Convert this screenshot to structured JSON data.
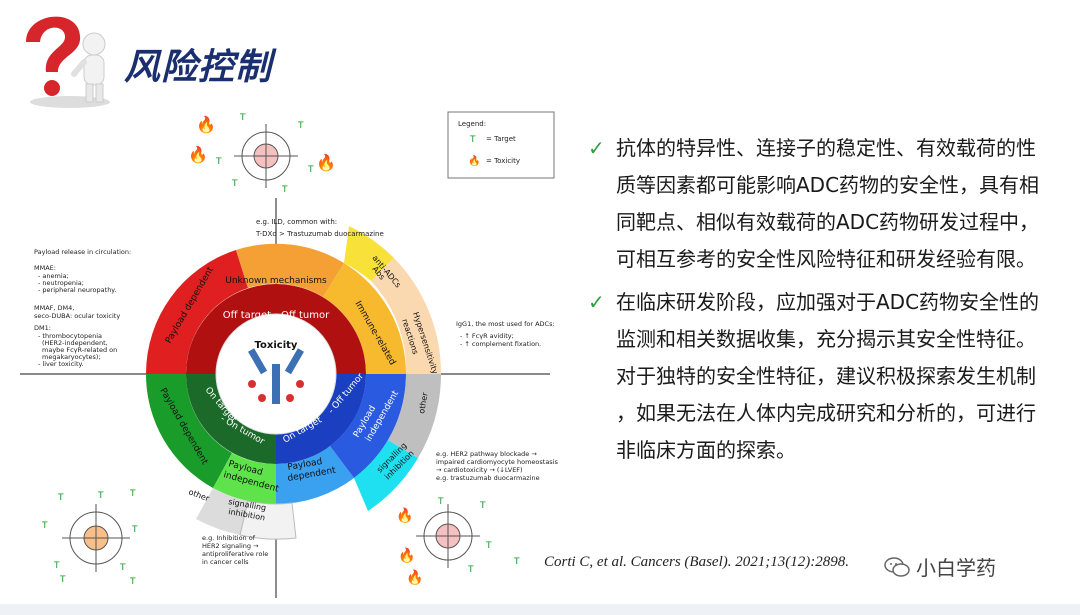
{
  "header": {
    "title": "风险控制",
    "icon": "question-mark-person-icon"
  },
  "diagram": {
    "legend_title": "Legend:",
    "legend_target": "= Target",
    "legend_toxicity": "= Toxicity",
    "center_label": "Toxicity",
    "top_note_1": "e.g. ILD, common with:",
    "top_note_2": "T-DXd > Trastuzumab duocarmazine",
    "segments": {
      "unknown": "Unknown mechanisms",
      "anti_adc_1": "anti-ADCs",
      "anti_adc_2": "Abs",
      "payload_dep_top": "Payload dependent",
      "immune": "Immune-related",
      "hyper_1": "Hypersensitivity",
      "hyper_2": "reactions",
      "payload_dep_left": "Payload dependent",
      "payload_indep_left_1": "Payload",
      "payload_indep_left_2": "independent",
      "payload_dep_bottom_1": "Payload",
      "payload_dep_bottom_2": "dependent",
      "payload_indep_right_1": "Payload",
      "payload_indep_right_2": "independent",
      "signalling_right_1": "signalling",
      "signalling_right_2": "inhibition",
      "other_right": "other",
      "other_bottom": "other",
      "signalling_bottom_1": "signalling",
      "signalling_bottom_2": "inhibition",
      "off_off": "Off target - Off tumor",
      "on_on_1": "On target",
      "on_on_2": "- On tumor",
      "on_off_1": "On target",
      "on_off_2": "- Off tumor"
    },
    "left_notes": {
      "release": "Payload release in circulation:",
      "mmae": "MMAE:",
      "mmae_1": "- anemia;",
      "mmae_2": "- neutropenia;",
      "mmae_3": "- peripheral neuropathy.",
      "mmaf": "MMAF, DM4,",
      "seco": "seco-DUBA: ocular toxicity",
      "dm1": "DM1:",
      "dm1_1": "- thrombocytopenia",
      "dm1_2": "(HER2-independent,",
      "dm1_3": "maybe FcγR-related on",
      "dm1_4": "megakaryocytes);",
      "dm1_5": "- liver toxicity."
    },
    "right_notes": {
      "igg": "IgG1, the most used for ADCs:",
      "igg_1": "- ↑ FcγR avidity;",
      "igg_2": "- ↑ complement fixation.",
      "her2_1": "e.g. HER2 pathway blockade →",
      "her2_2": "impaired cardiomyocyte homeostasis",
      "her2_3": "→ cardiotoxicity → (↓LVEF)",
      "her2_4": "e.g. trastuzumab duocarmazine"
    },
    "bottom_notes": {
      "l1": "e.g. Inhibition of",
      "l2": "HER2 signaling →",
      "l3": "antiproliferative role",
      "l4": "in cancer cells"
    },
    "target_letter": "T"
  },
  "bullets": [
    "抗体的特异性、连接子的稳定性、有效载荷的性质等因素都可能影响ADC药物的安全性，具有相同靶点、相似有效载荷的ADC药物研发过程中，可相互参考的安全性风险特征和研发经验有限。",
    "在临床研发阶段，应加强对于ADC药物安全性的监测和相关数据收集，充分揭示其安全性特征。对于独特的安全性特征，建议积极探索发生机制，如果无法在人体内完成研究和分析的，可进行非临床方面的探索。"
  ],
  "bullet_lines": [
    [
      "抗体的特异性、连接子的稳定性、有效载荷的性",
      "质等因素都可能影响ADC药物的安全性，具有相",
      "同靶点、相似有效载荷的ADC药物研发过程中，",
      "可相互参考的安全性风险特征和研发经验有限。"
    ],
    [
      "在临床研发阶段，应加强对于ADC药物安全性的",
      "监测和相关数据收集，充分揭示其安全性特征。",
      "对于独特的安全性特征，建议积极探索发生机制",
      "，如果无法在人体内完成研究和分析的，可进行",
      "非临床方面的探索。"
    ]
  ],
  "citation": "Corti C, et al. Cancers (Basel). 2021;13(12):2898.",
  "brand": {
    "name": "小白学药",
    "icon": "wechat-icon"
  },
  "colors": {
    "title": "#1a2f6f",
    "check": "#2e9e3e"
  }
}
